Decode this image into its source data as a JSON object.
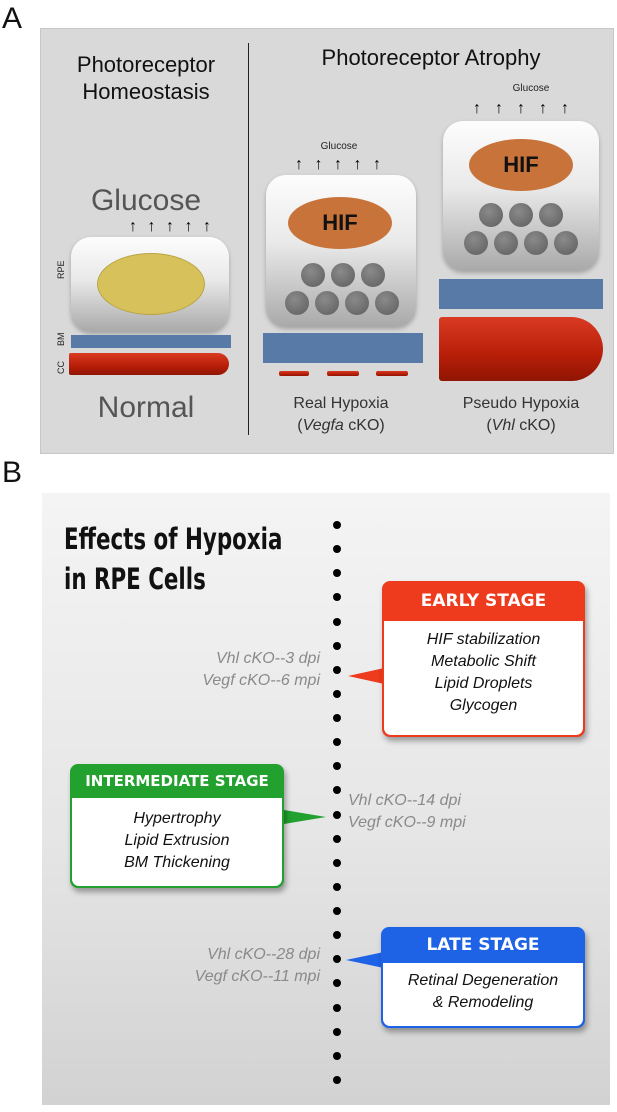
{
  "panel_a": {
    "letter": "A",
    "left_title": [
      "Photoreceptor",
      "Homeostasis"
    ],
    "right_title": "Photoreceptor Atrophy",
    "normal": {
      "glucose": "Glucose",
      "label": "Normal",
      "rpe": "RPE",
      "bm": "BM",
      "cc": "CC"
    },
    "real": {
      "glucose": "Glucose",
      "hif": "HIF",
      "label": "Real Hypoxia",
      "sub_gene": "Vegfa",
      "sub_suffix": " cKO)",
      "sub_prefix": "("
    },
    "pseudo": {
      "glucose": "Glucose",
      "hif": "HIF",
      "label": "Pseudo Hypoxia",
      "sub_gene": "Vhl",
      "sub_suffix": " cKO)",
      "sub_prefix": "("
    },
    "colors": {
      "bm": "#587aa7",
      "vessel": "#c42a12",
      "hif": "#c8733a",
      "nucleus": "#d7c15b"
    }
  },
  "panel_b": {
    "letter": "B",
    "title": [
      "Effects of Hypoxia",
      "in RPE Cells"
    ],
    "early": {
      "heading": "EARLY STAGE",
      "items": [
        "HIF stabilization",
        "Metabolic Shift",
        "Lipid Droplets",
        "Glycogen"
      ],
      "times": [
        "Vhl cKO--3 dpi",
        "Vegf cKO--6 mpi"
      ],
      "color": "#ee3a1d"
    },
    "intermediate": {
      "heading": "INTERMEDIATE STAGE",
      "items": [
        "Hypertrophy",
        "Lipid Extrusion",
        "BM Thickening"
      ],
      "times": [
        "Vhl cKO--14 dpi",
        "Vegf cKO--9 mpi"
      ],
      "color": "#22a12f"
    },
    "late": {
      "heading": "LATE STAGE",
      "items": [
        "Retinal Degeneration",
        "& Remodeling"
      ],
      "times": [
        "Vhl cKO--28 dpi",
        "Vegf cKO--11 mpi"
      ],
      "color": "#1e63e6"
    }
  }
}
